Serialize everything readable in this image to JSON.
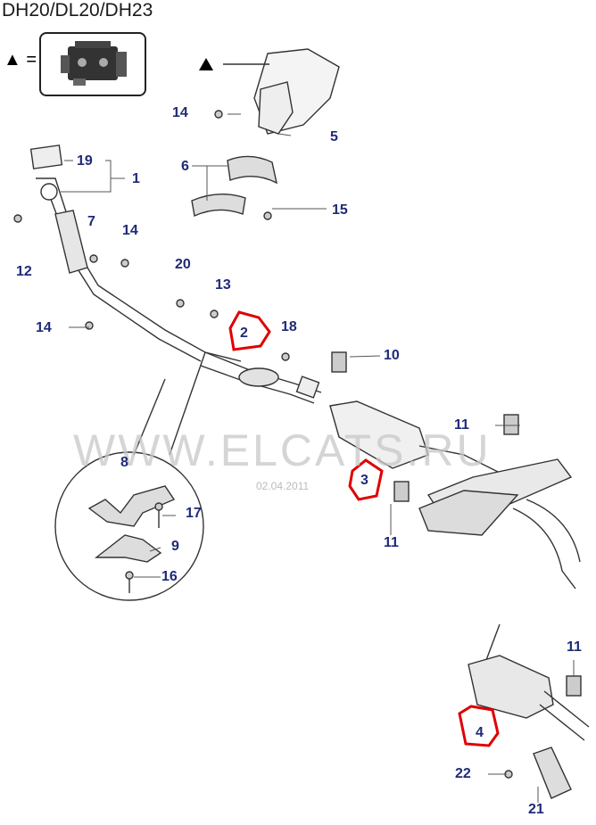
{
  "title": "DH20/DL20/DH23",
  "legend": {
    "symbol": "▲",
    "equals": "=",
    "icon": "engine-icon"
  },
  "watermark": {
    "text": "WWW.ELCATS.RU",
    "date": "02.04.2011"
  },
  "callouts": {
    "c1": "1",
    "c2": "2",
    "c3": "3",
    "c4": "4",
    "c5": "5",
    "c6": "6",
    "c7": "7",
    "c8": "8",
    "c9": "9",
    "c10": "10",
    "c11a": "11",
    "c11b": "11",
    "c11c": "11",
    "c12": "12",
    "c13": "13",
    "c14a": "14",
    "c14b": "14",
    "c14c": "14",
    "c15": "15",
    "c16": "16",
    "c17": "17",
    "c18": "18",
    "c19": "19",
    "c20": "20",
    "c21": "21",
    "c22": "22"
  },
  "colors": {
    "callout": "#1f2a78",
    "highlight": "#e00000",
    "line": "#333333"
  }
}
